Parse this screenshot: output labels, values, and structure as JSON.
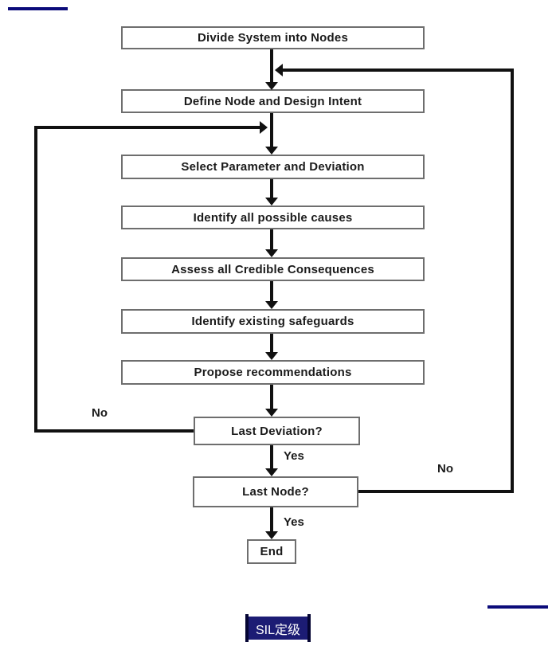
{
  "colors": {
    "accent_navy": "#0b0b7a",
    "badge_background": "#1c1c74",
    "badge_text": "#ffffff",
    "connector_black": "#111111",
    "box_border_gray": "#6e6e6e",
    "text_color": "#1b1b1b"
  },
  "flowchart": {
    "nodes": [
      {
        "id": "divide",
        "label": "Divide System into Nodes"
      },
      {
        "id": "define",
        "label": "Define Node and Design Intent"
      },
      {
        "id": "select",
        "label": "Select Parameter and Deviation"
      },
      {
        "id": "causes",
        "label": "Identify all possible causes"
      },
      {
        "id": "consequences",
        "label": "Assess all Credible Consequences"
      },
      {
        "id": "safeguards",
        "label": "Identify existing safeguards"
      },
      {
        "id": "recommendations",
        "label": "Propose recommendations"
      },
      {
        "id": "last-deviation",
        "label": "Last Deviation?"
      },
      {
        "id": "last-node",
        "label": "Last Node?"
      },
      {
        "id": "end",
        "label": "End"
      }
    ],
    "edge_labels": {
      "last_deviation_yes": "Yes",
      "last_deviation_no": "No",
      "last_node_yes": "Yes",
      "last_node_no": "No"
    }
  },
  "footer": {
    "badge_label": "SIL定级"
  }
}
